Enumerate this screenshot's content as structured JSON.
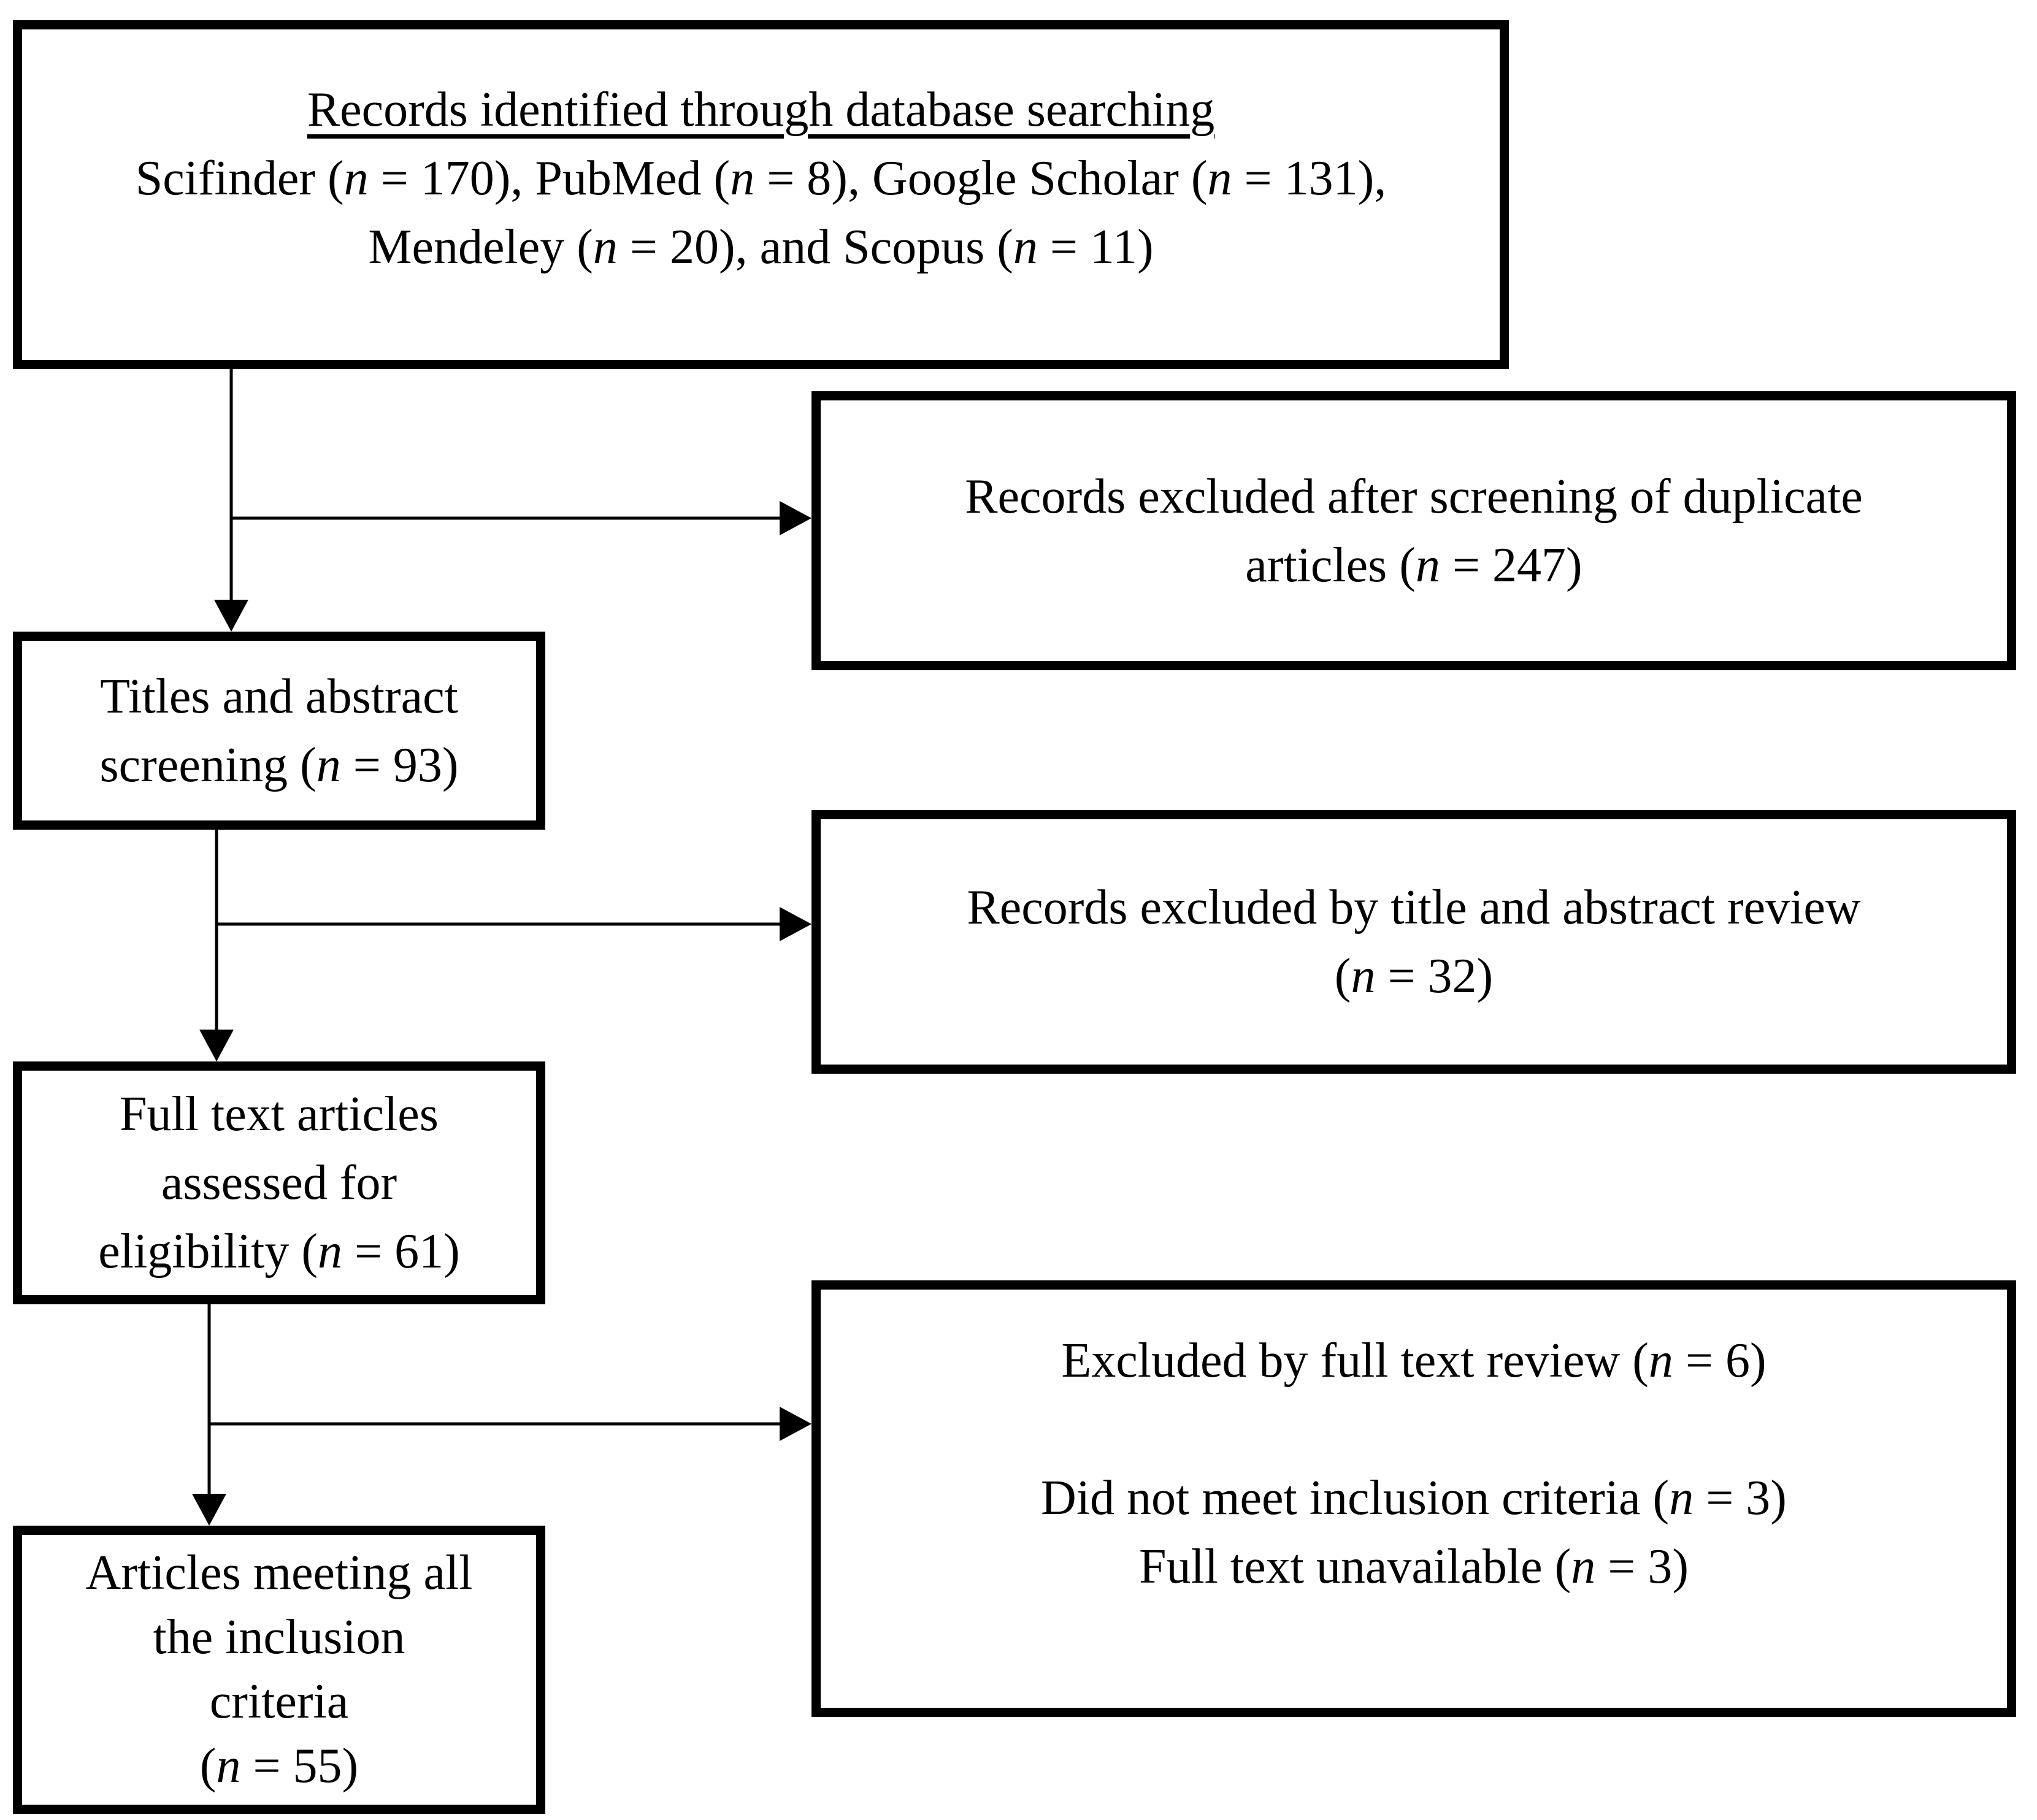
{
  "figure": {
    "boxes": {
      "identification": {
        "title": "Records identified through database searching",
        "lines": [
          "Scifinder (n = 170), PubMed (n = 8), Google Scholar (n = 131),",
          "Mendeley (n = 20), and Scopus (n = 11)"
        ]
      },
      "excluded_duplicates": {
        "lines": [
          "Records excluded after screening of duplicate",
          "articles (n = 247)"
        ]
      },
      "title_abstract_screening": {
        "lines": [
          "Titles and abstract",
          "screening (n = 93)"
        ]
      },
      "excluded_title_abstract": {
        "lines": [
          "Records excluded by title and abstract review",
          "(n = 32)"
        ]
      },
      "full_text_assessed": {
        "lines": [
          "Full text articles",
          "assessed for",
          "eligibility (n = 61)"
        ]
      },
      "excluded_full_text": {
        "lines": [
          "Excluded by full text review (n = 6)",
          "",
          "Did not meet inclusion criteria (n = 3)",
          "Full text unavailable (n = 3)"
        ]
      },
      "included": {
        "lines": [
          "Articles meeting all",
          "the inclusion",
          "criteria",
          "(n = 55)"
        ]
      }
    },
    "line_color": "#000000",
    "background_color": "#ffffff"
  }
}
